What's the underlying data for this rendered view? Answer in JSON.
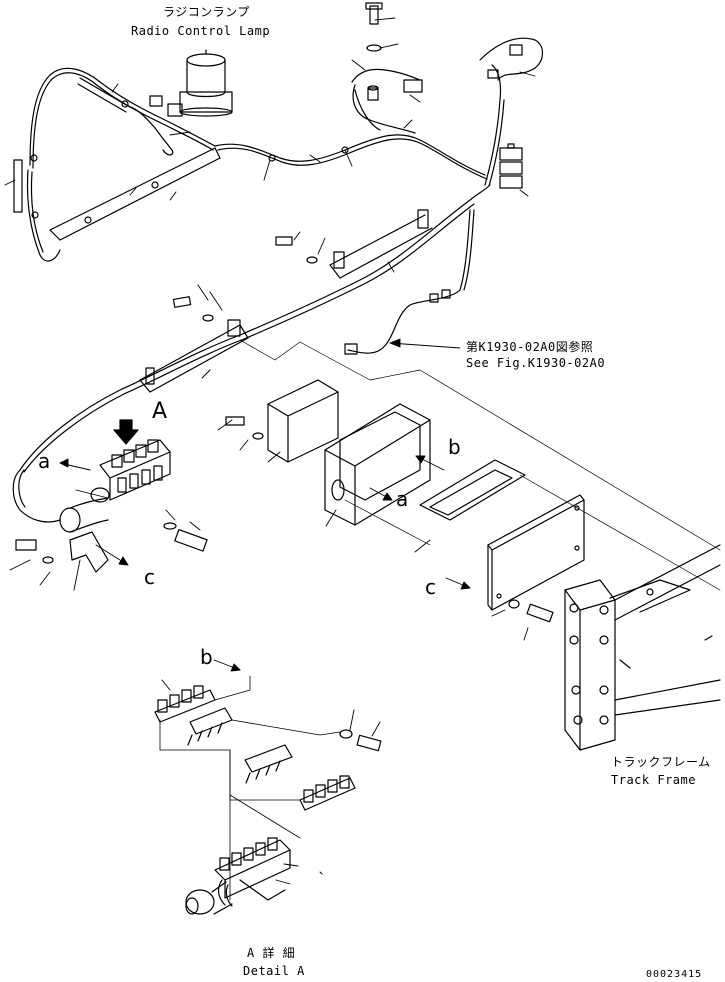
{
  "labels": {
    "radio_lamp_jp": "ラジコンランプ",
    "radio_lamp_en": "Radio Control Lamp",
    "ref_jp": "第K1930-02A0図参照",
    "ref_en": "See Fig.K1930-02A0",
    "track_frame_jp": "トラックフレーム",
    "track_frame_en": "Track Frame",
    "detail_jp": "A 詳 細",
    "detail_en": "Detail A",
    "view_marker": "A",
    "callout_a1": "a",
    "callout_a2": "a",
    "callout_b1": "b",
    "callout_b2": "b",
    "callout_c1": "c",
    "callout_c2": "c",
    "drawing_no": "00023415"
  },
  "colors": {
    "line": "#000000",
    "background": "#ffffff"
  }
}
